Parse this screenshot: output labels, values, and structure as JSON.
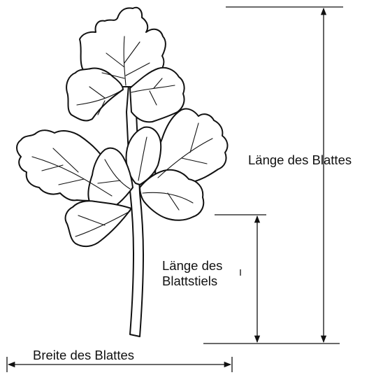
{
  "labels": {
    "blade_length": "Länge des Blattes",
    "petiole_length": "Länge des Blattstiels",
    "blade_width": "Breite des Blattes"
  },
  "colors": {
    "ink": "#111111",
    "leaf_fill": "#ffffff",
    "background": "#ffffff"
  }
}
